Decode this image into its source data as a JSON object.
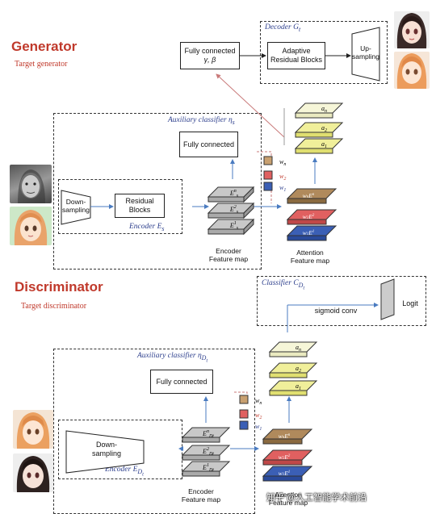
{
  "generator": {
    "title": "Generator",
    "subtitle": "Target generator",
    "decoder_label": "Decoder G_t",
    "fc_gamma_beta": [
      "Fully connected",
      "γ, β"
    ],
    "adaptive_blocks": [
      "Adaptive",
      "Residual Blocks"
    ],
    "upsampling": [
      "Up-",
      "sampling"
    ],
    "aux_classifier": "Auxiliary classifier η_s",
    "fully_connected": "Fully connected",
    "downsampling": [
      "Down-",
      "sampling"
    ],
    "residual_blocks": [
      "Residual",
      "Blocks"
    ],
    "encoder_label": "Encoder E_s",
    "encoder_map": [
      "Encoder",
      "Feature map"
    ],
    "attention_map": [
      "Attention",
      "Feature map"
    ]
  },
  "discriminator": {
    "title": "Discriminator",
    "subtitle": "Target discriminator",
    "classifier_label": "Classifier C_Dt",
    "sigmoid_conv": "sigmoid conv",
    "logit": "Logit",
    "aux_classifier": "Auxiliary classifier η_Dt",
    "fully_connected": "Fully connected",
    "downsampling": [
      "Down-",
      "sampling"
    ],
    "encoder_label": "Encoder E_Dt",
    "encoder_map": [
      "Encoder",
      "Feature map"
    ],
    "attention_map": [
      "Attention",
      "Feature map"
    ]
  },
  "watermark": "知乎 @人工智能学术前沿",
  "colors": {
    "title_red": "#c0392b",
    "label_blue": "#2c3e8c",
    "yellow": "#f0ef9a",
    "brown": "#b08a5c",
    "red": "#e06060",
    "blue": "#3b5fb5",
    "gray": "#c8c8c8"
  }
}
